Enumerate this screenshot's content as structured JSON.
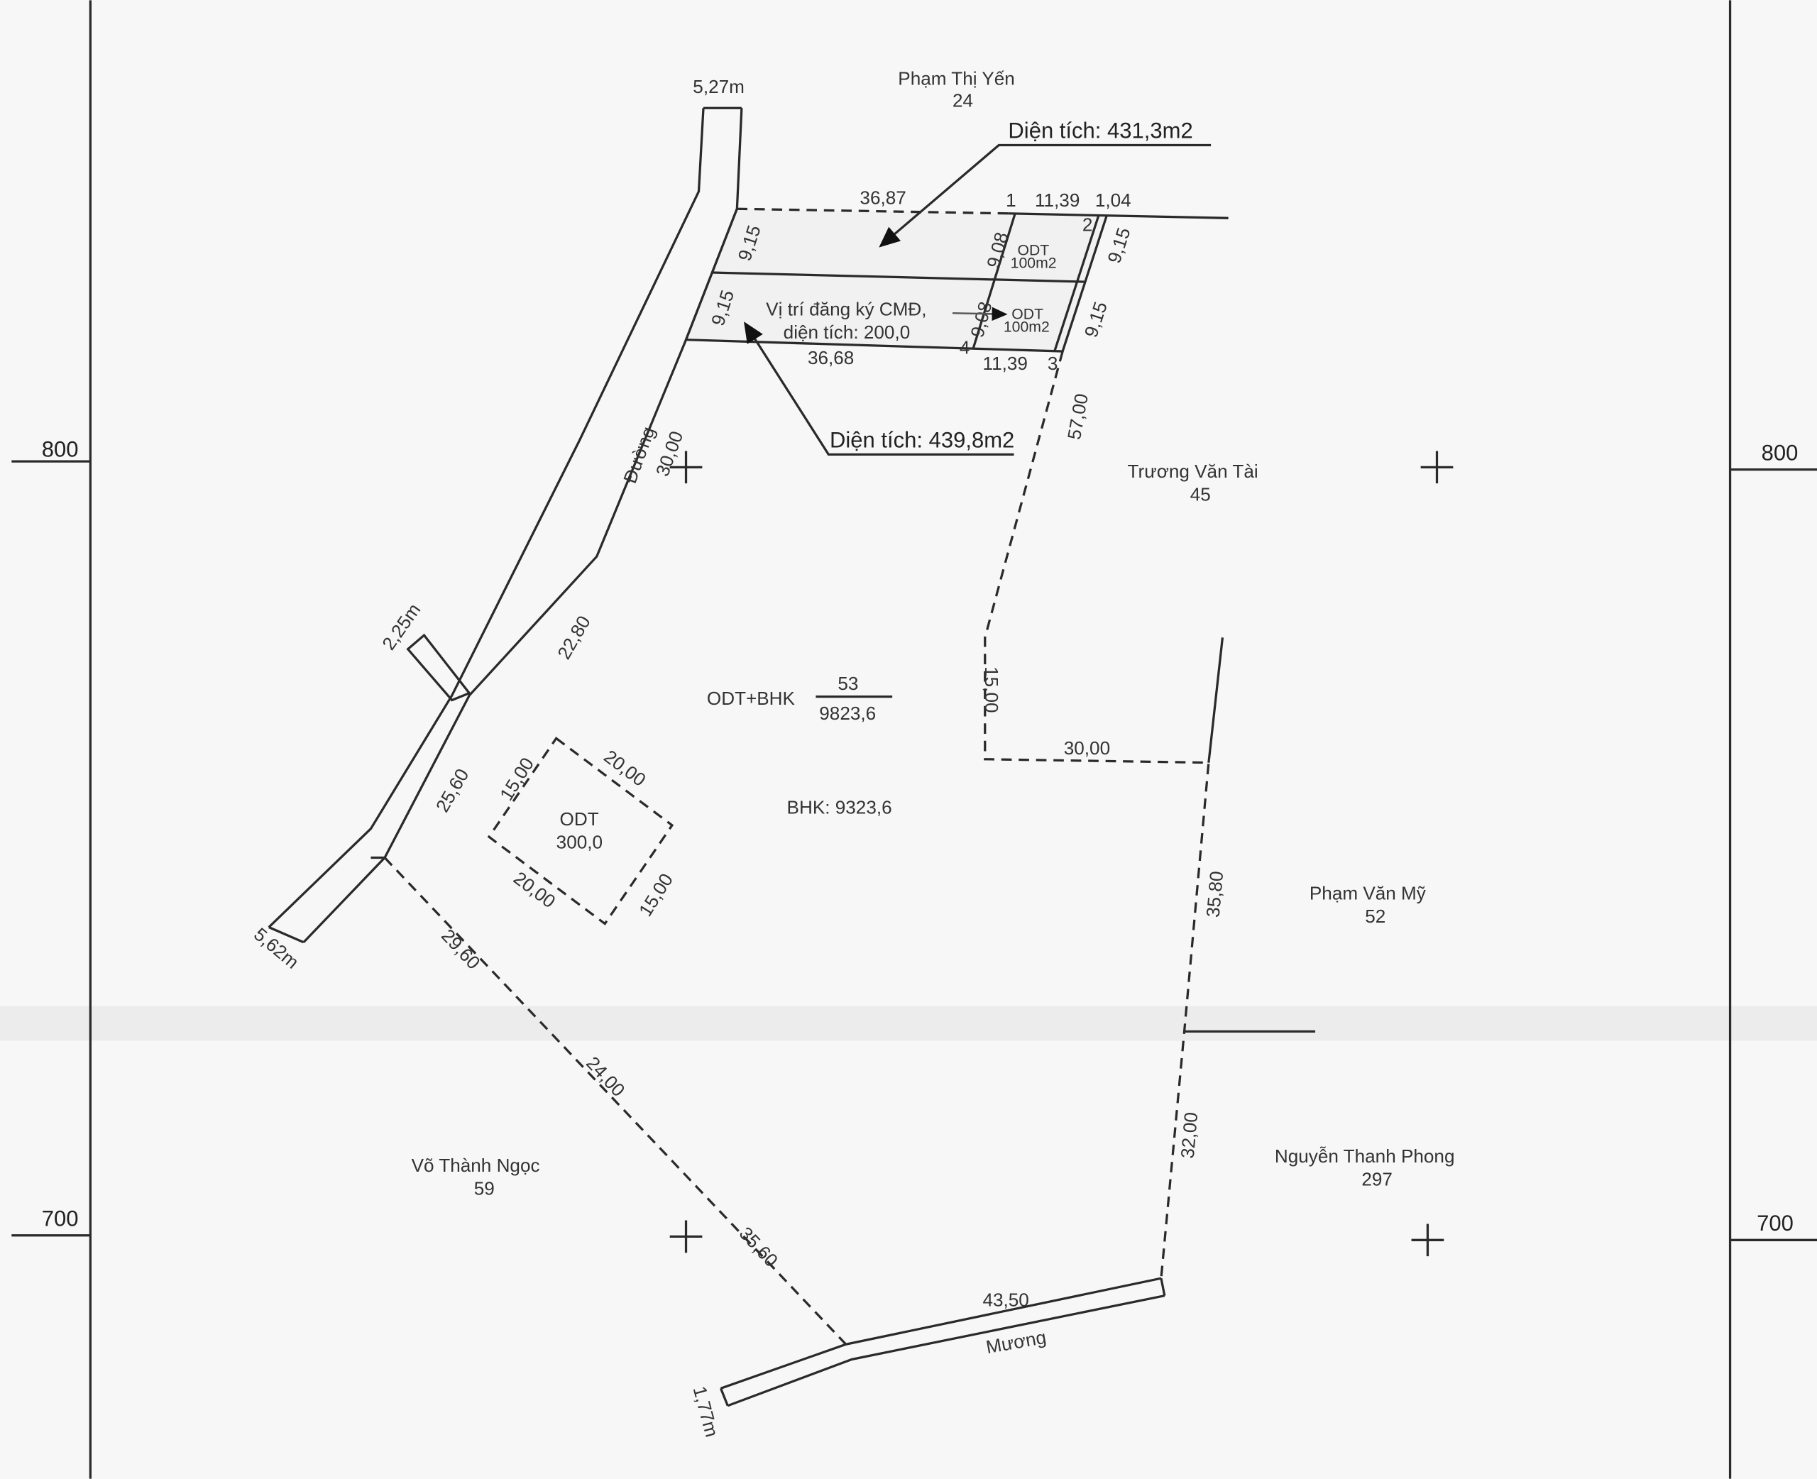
{
  "grid": {
    "left_800": "800",
    "right_800": "800",
    "left_700": "700",
    "right_700": "700"
  },
  "neighbors": [
    {
      "name": "Phạm Thị Yến",
      "number": "24"
    },
    {
      "name": "Trương Văn Tài",
      "number": "45"
    },
    {
      "name": "Phạm Văn Mỹ",
      "number": "52"
    },
    {
      "name": "Nguyễn Thanh Phong",
      "number": "297"
    },
    {
      "name": "Võ Thành Ngọc",
      "number": "59"
    }
  ],
  "road": {
    "name": "Đường",
    "width_top": "5,27m",
    "width_bottom": "5,62m",
    "spur_width": "2,25m",
    "seg1": "30,00",
    "seg2": "22,80",
    "seg3": "25,60"
  },
  "canal": {
    "name": "Mương",
    "length": "43,50",
    "width": "1,77m"
  },
  "callouts": {
    "area_top": "Diện tích: 431,3m2",
    "area_bottom": "Diện tích: 439,8m2"
  },
  "parcel_detail": {
    "top_left_len": "36,87",
    "top_right_len": "11,39",
    "top_small": "1,04",
    "bottom_left_len": "36,68",
    "bottom_right_len": "11,39",
    "left_top": "9,15",
    "left_bottom": "9,15",
    "right_top": "9,15",
    "right_bottom": "9,15",
    "inner_top": "9,08",
    "inner_bottom": "9,08",
    "p1": "1",
    "p2": "2",
    "p3": "3",
    "p4": "4",
    "odt_top": "ODT",
    "odt_top_area": "100m2",
    "odt_bottom": "ODT",
    "odt_bottom_area": "100m2",
    "reg_line1": "Vị trí đăng ký CMĐ,",
    "reg_line2": "diện tích: 200,0"
  },
  "main_parcel": {
    "type": "ODT+BHK",
    "number": "53",
    "area": "9823,6",
    "bhk": "BHK: 9323,6"
  },
  "odt_square": {
    "label": "ODT",
    "area": "300,0",
    "side_a": "15,00",
    "side_b": "20,00",
    "side_c": "20,00",
    "side_d": "15,00"
  },
  "boundary": {
    "b57": "57,00",
    "b15": "15,00",
    "b30": "30,00",
    "b3580": "35,80",
    "b32": "32,00",
    "w2960": "29,60",
    "w24": "24,00",
    "w3560": "35,60"
  }
}
